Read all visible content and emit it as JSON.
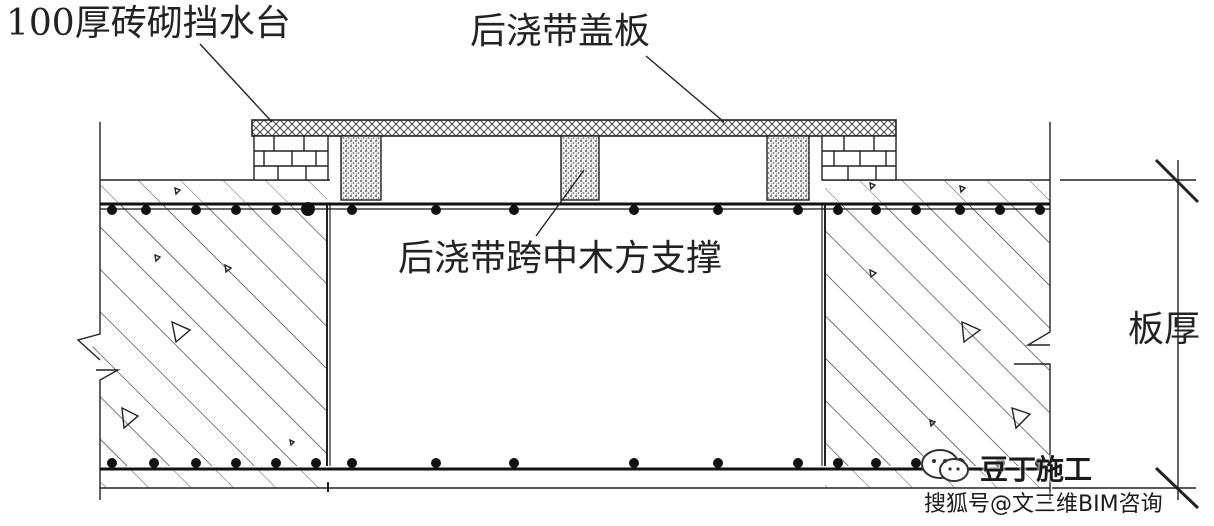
{
  "labels": {
    "brick_curb": "100厚砖砌挡水台",
    "cover_plate": "后浇带盖板",
    "wood_support": "后浇带跨中木方支撑",
    "slab_thickness": "板厚"
  },
  "watermark": {
    "name": "豆丁施工",
    "source": "搜狐号@文三维BIM咨询",
    "logo_icon": "wechat-chat-icon"
  },
  "colors": {
    "line": "#222222",
    "background": "#ffffff"
  }
}
